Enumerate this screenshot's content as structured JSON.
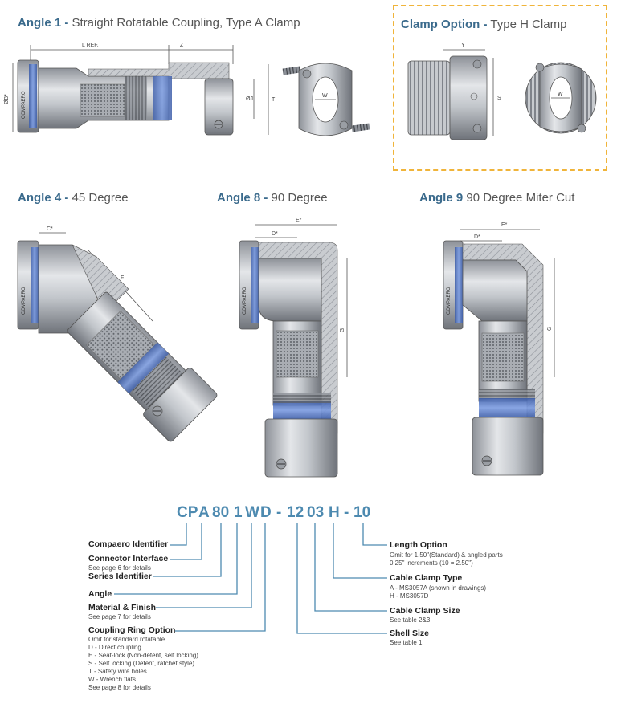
{
  "headers": {
    "angle1_bold": "Angle 1 -",
    "angle1_rest": " Straight Rotatable Coupling, Type A Clamp",
    "clamp_bold": "Clamp Option -",
    "clamp_rest": " Type H Clamp",
    "angle4_bold": "Angle 4 -",
    "angle4_rest": " 45 Degree",
    "angle8_bold": "Angle 8 -",
    "angle8_rest": " 90 Degree",
    "angle9_bold": "Angle 9",
    "angle9_rest": " 90 Degree Miter Cut"
  },
  "dims": {
    "lref": "L REF.",
    "z": "Z",
    "ob": "ØB*",
    "oj": "ØJ",
    "t": "T",
    "w": "W",
    "y": "Y",
    "s": "S",
    "c": "C*",
    "f": "F",
    "d": "D*",
    "e": "E*",
    "g": "G"
  },
  "brand": "COMPAERO",
  "part_number": {
    "segments": [
      "CP",
      "A",
      "80",
      "1",
      "W",
      "D",
      "-",
      "12",
      "03",
      "H",
      "-",
      "10"
    ]
  },
  "fields_left": [
    {
      "label": "Compaero Identifier",
      "desc": []
    },
    {
      "label": "Connector Interface",
      "desc": [
        "See page 6 for details"
      ]
    },
    {
      "label": "Series Identifier",
      "desc": []
    },
    {
      "label": "Angle",
      "desc": []
    },
    {
      "label": "Material & Finish",
      "desc": [
        "See page 7 for details"
      ]
    },
    {
      "label": "Coupling Ring Option",
      "desc": [
        "Omit for standard rotatable",
        "D - Direct coupling",
        "E - Seat-lock (Non-detent, self locking)",
        "S - Self locking (Detent, ratchet style)",
        "T - Safety wire holes",
        "W - Wrench flats",
        "See page 8 for details"
      ]
    }
  ],
  "fields_right": [
    {
      "label": "Length Option",
      "desc": [
        "Omit for 1.50\"(Standard) & angled parts",
        "0.25\" increments (10 = 2.50\")"
      ]
    },
    {
      "label": "Cable Clamp Type",
      "desc": [
        "A - MS3057A (shown in drawings)",
        "H - MS3057D"
      ]
    },
    {
      "label": "Cable Clamp Size",
      "desc": [
        "See table 2&3"
      ]
    },
    {
      "label": "Shell Size",
      "desc": [
        "See table 1"
      ]
    }
  ],
  "colors": {
    "accent": "#4d8ab0",
    "header_bold": "#3a6a8c",
    "metal": "#b8bcc2",
    "metal_dark": "#7d828a",
    "blue_ring": "#5a7ec8",
    "clamp_border": "#f0b43a"
  }
}
